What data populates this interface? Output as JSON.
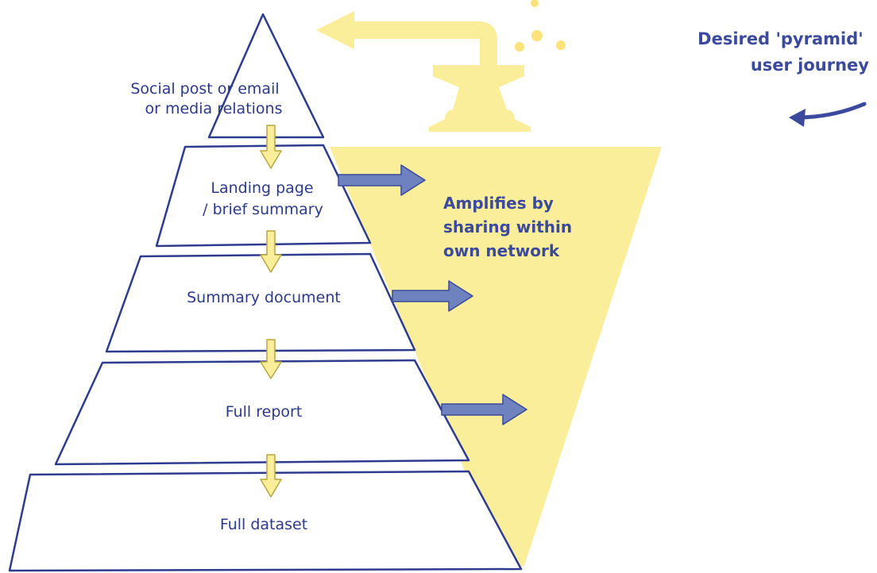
{
  "diagram": {
    "tiers": [
      {
        "lines": [
          "Social post or email",
          "or media relations"
        ]
      },
      {
        "lines": [
          "Landing page",
          "/ brief summary"
        ]
      },
      {
        "lines": [
          "Summary document"
        ]
      },
      {
        "lines": [
          "Full report"
        ]
      },
      {
        "lines": [
          "Full dataset"
        ]
      }
    ],
    "amplify": {
      "lines": [
        "Amplifies by",
        "sharing within",
        "own network"
      ]
    },
    "desired": {
      "lines": [
        "Desired 'pyramid'",
        "user journey"
      ]
    }
  },
  "colors": {
    "funnel_fill": "#fbee9a",
    "funnel_stroke": "#f5e27a",
    "pyramid_stroke": "#2e3c90",
    "side_arrow_fill": "#6f82c0",
    "side_arrow_stroke": "#3a4a98",
    "down_arrow_fill": "#fbee9a",
    "down_arrow_stroke": "#b8a740",
    "text": "#2c3a8c",
    "accent_text": "#3b4a9c"
  }
}
